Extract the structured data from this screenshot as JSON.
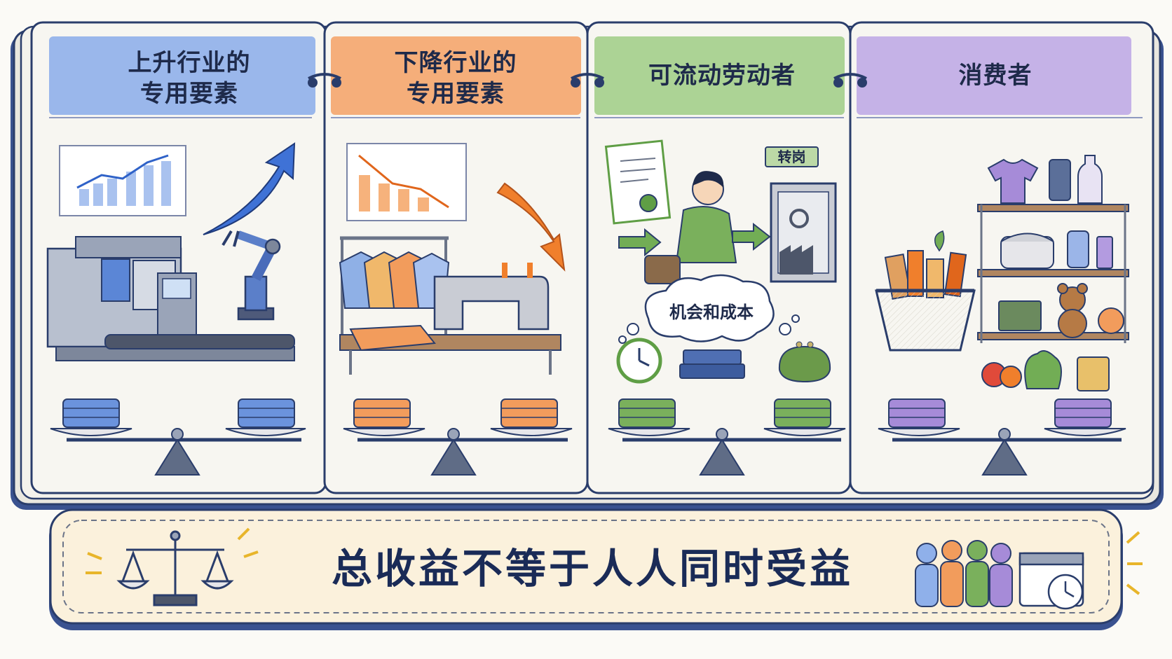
{
  "panels": [
    {
      "id": "rising",
      "title_line1": "上升行业的",
      "title_line2": "专用要素",
      "color": "#7aa0e0",
      "accent": "#3d6fd0"
    },
    {
      "id": "falling",
      "title_line1": "下降行业的",
      "title_line2": "专用要素",
      "color": "#f2a064",
      "accent": "#f07f2c"
    },
    {
      "id": "mobile",
      "title_line1": "可流动劳动者",
      "color": "#9cc985",
      "accent": "#5f9e45"
    },
    {
      "id": "consumer",
      "title_line1": "消费者",
      "color": "#b9a3e0",
      "accent": "#8a6bc9"
    }
  ],
  "labels": {
    "job_change": "转岗",
    "thought_bubble": "机会和成本"
  },
  "banner": {
    "text": "总收益不等于人人同时受益"
  },
  "colors": {
    "outline": "#2a3d6b",
    "paper": "#f7f6f1",
    "banner_fill": "#fbf1dc"
  }
}
